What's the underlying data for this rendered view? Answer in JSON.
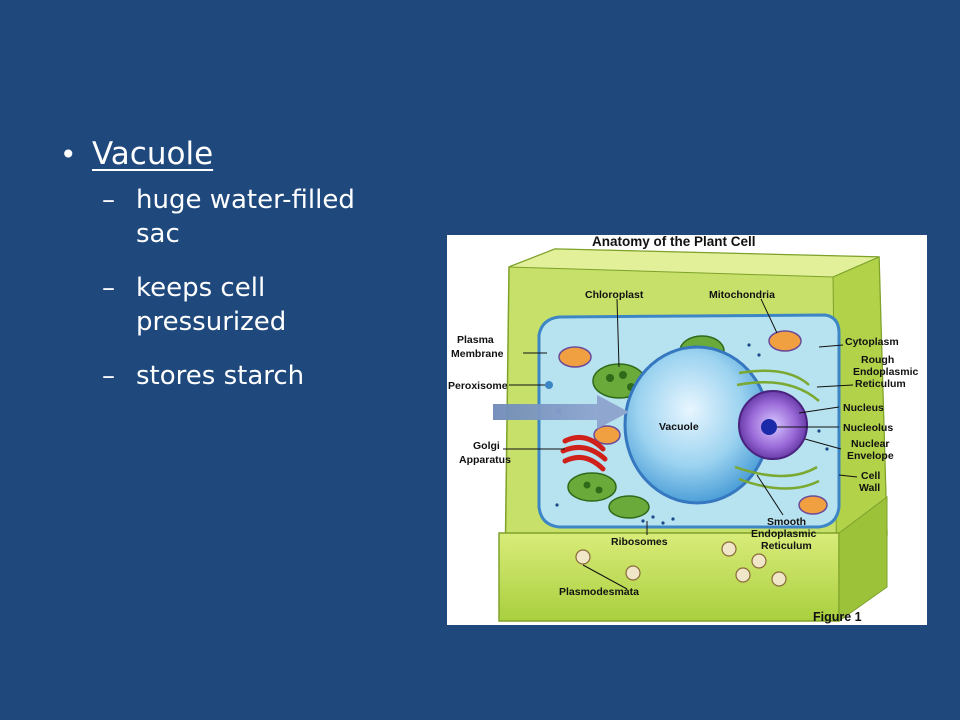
{
  "slide": {
    "heading": "Vacuole",
    "bullet_symbol": "•",
    "sub_symbol": "–",
    "points": [
      "huge water-filled sac",
      "keeps cell pressurized",
      "stores starch"
    ]
  },
  "figure": {
    "title": "Anatomy of the Plant Cell",
    "caption": "Figure 1",
    "labels": {
      "chloroplast": "Chloroplast",
      "mitochondria": "Mitochondria",
      "plasma_membrane_1": "Plasma",
      "plasma_membrane_2": "Membrane",
      "cytoplasm": "Cytoplasm",
      "rough_er_1": "Rough",
      "rough_er_2": "Endoplasmic",
      "rough_er_3": "Reticulum",
      "peroxisome": "Peroxisome",
      "nucleus": "Nucleus",
      "vacuole": "Vacuole",
      "nucleolus": "Nucleolus",
      "nuclear_envelope_1": "Nuclear",
      "nuclear_envelope_2": "Envelope",
      "golgi_1": "Golgi",
      "golgi_2": "Apparatus",
      "cell_wall_1": "Cell",
      "cell_wall_2": "Wall",
      "smooth_er_1": "Smooth",
      "smooth_er_2": "Endoplasmic",
      "smooth_er_3": "Reticulum",
      "ribosomes": "Ribosomes",
      "plasmodesmata": "Plasmodesmata"
    }
  }
}
